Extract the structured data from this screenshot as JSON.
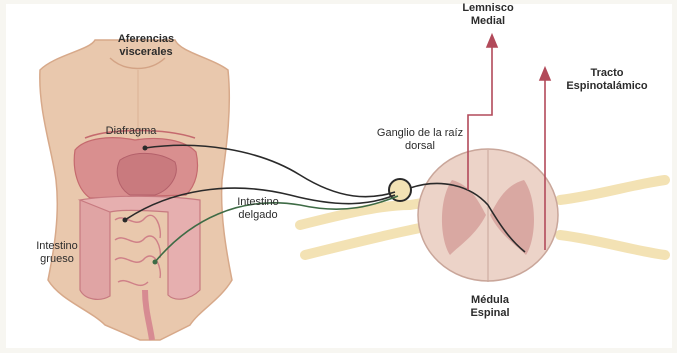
{
  "labels": {
    "aferencias": "Aferencias viscerales",
    "diafragma": "Diafragma",
    "intestino_delgado": "Intestino delgado",
    "intestino_grueso": "Intestino grueso",
    "ganglio": "Ganglio de la raíz dorsal",
    "lemnisco": "Lemnisco Medial",
    "tracto": "Tracto Espinotalámico",
    "medula": "Médula Espinal"
  },
  "colors": {
    "skin": "#e9c8ad",
    "skin_dark": "#d7a98a",
    "organ": "#d98f8f",
    "organ_dark": "#c56a6e",
    "nerve": "#f3e2b4",
    "cord": "#ecd3c8",
    "grey": "#b98a8a",
    "tract": "#b24a5a",
    "fiber_black": "#2a2a2a",
    "fiber_green": "#3e6b45"
  }
}
